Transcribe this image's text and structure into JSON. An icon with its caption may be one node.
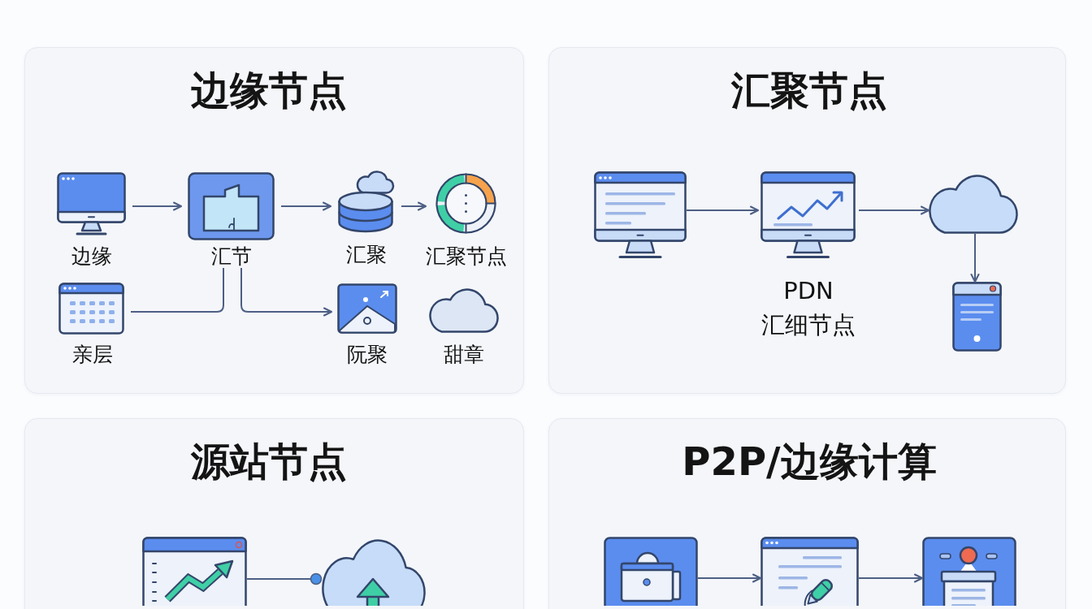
{
  "diagram": {
    "nodes": [
      {
        "text": [
          "边缘节点"
        ]
      },
      {
        "text": [
          "边缘"
        ],
        "in": 0
      },
      {
        "text": [
          "汇节"
        ],
        "in": 0
      },
      {
        "text": [
          "汇聚"
        ],
        "in": 0
      },
      {
        "text": [
          "汇聚节点"
        ],
        "in": 0
      },
      {
        "text": [
          "亲层"
        ],
        "in": 0
      },
      {
        "text": [
          "阮聚"
        ],
        "in": 0
      },
      {
        "text": [
          "甜章"
        ],
        "in": 0
      },
      {
        "text": [
          "汇聚节点"
        ]
      },
      {
        "text": [],
        "shape": "picture",
        "in": 8
      },
      {
        "text": [
          "PDN 汇细节点"
        ],
        "in": 8
      },
      {
        "text": [],
        "shape": "cloud",
        "in": 8
      },
      {
        "text": [],
        "shape": "picture",
        "in": 8
      },
      {
        "text": [
          "源站节点"
        ]
      },
      {
        "text": [],
        "shape": "picture",
        "in": 13
      },
      {
        "text": [],
        "shape": "cloud",
        "in": 13
      },
      {
        "text": [
          "P2P/边缘计算"
        ]
      },
      {
        "text": [],
        "shape": "picture",
        "in": 16
      },
      {
        "text": [],
        "shape": "picture",
        "in": 16
      },
      {
        "text": [],
        "shape": "picture",
        "in": 16
      }
    ],
    "edges": [
      {
        "from": 1,
        "to": 2,
        "arrow": "to"
      },
      {
        "from": 2,
        "to": 3,
        "arrow": "to"
      },
      {
        "from": 3,
        "to": 4,
        "arrow": "to"
      },
      {
        "from": 5,
        "to": 2,
        "arrow": "none"
      },
      {
        "from": 2,
        "to": 6,
        "arrow": "to"
      },
      {
        "from": 9,
        "to": 10,
        "arrow": "to"
      },
      {
        "from": 10,
        "to": 11,
        "arrow": "to"
      },
      {
        "from": 11,
        "to": 12,
        "arrow": "to"
      },
      {
        "from": 14,
        "to": 15,
        "arrow": "other"
      },
      {
        "from": 17,
        "to": 18,
        "arrow": "to"
      },
      {
        "from": 18,
        "to": 19,
        "arrow": "to"
      }
    ]
  }
}
